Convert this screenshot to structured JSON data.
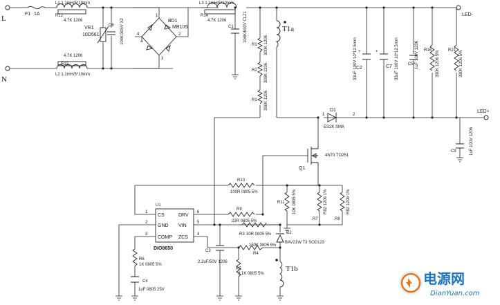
{
  "terminals": {
    "L": "L",
    "N": "N",
    "led_minus": "LED-",
    "led_plus": "LED+"
  },
  "fuse": {
    "ref": "F1",
    "value": "1A"
  },
  "inductors": {
    "l1": "L1 1.1mH/5*10mm",
    "l2": "L2 1.1mH/5*10mm",
    "l3": "L3 1.1mH/5*10mm"
  },
  "resistors": {
    "r12": [
      "R12",
      "4.7K 1206"
    ],
    "r13": [
      "R13",
      "4.7K 1206"
    ],
    "r14": [
      "R14",
      "4.7K 1206"
    ],
    "r1a": [
      "R1",
      "300K 1206"
    ],
    "r2": [
      "R2",
      "300K 1206"
    ],
    "r1b": [
      "R1",
      "390K 1206"
    ],
    "r10": [
      "R10",
      "100R 0805 5%"
    ],
    "r9": [
      "R9",
      "22R 0805 5%"
    ],
    "r11": [
      "R11",
      "10K 0805 5%"
    ],
    "r7": [
      "R7",
      "R82 1206 1%"
    ],
    "r8": [
      "R8",
      "R82 1206 1%"
    ],
    "r3": [
      "R3",
      "30R 0805 5%"
    ],
    "r4": [
      "R4",
      "150K 0805 5%"
    ],
    "r5": [
      "R5",
      "9.1K 0805 5%"
    ],
    "r6": [
      "R6",
      "1K 0805 5%"
    ],
    "r16": [
      "R16",
      "390K 1206 5%"
    ],
    "r21": [
      "R21",
      "390K 1206 5%"
    ]
  },
  "varistor": {
    "ref": "VR1",
    "value": "10D561"
  },
  "capacitors": {
    "c6": [
      "C6",
      "104K/305V X2"
    ],
    "c1": [
      "C1",
      "104K/630V CL21"
    ],
    "c2": [
      "C2",
      "33uF 100V 10*12.5mm"
    ],
    "c7": [
      "C7",
      "33uF 100V 10*12.5mm"
    ],
    "c5": [
      "C5",
      "1uF 100V 1206"
    ],
    "c8": [
      "C8",
      "1uF 100V 1206"
    ],
    "c3": [
      "C3",
      "2.2uF/50V 1206"
    ],
    "c4": [
      "C4",
      "1uF 0805 25V"
    ]
  },
  "bridge": {
    "ref": "BD1",
    "value": "MB10S"
  },
  "diodes": {
    "d1": [
      "D1",
      "ES2K SMA"
    ],
    "d2": [
      "D2",
      "BAV21W T3 SOD123"
    ]
  },
  "transformer": {
    "t1a": "T1a",
    "t1b": "T1b"
  },
  "mosfet": {
    "ref": "Q1",
    "value": "4N70 TO251"
  },
  "ic": {
    "ref": "U1",
    "name": "DIO8650",
    "pins_left": [
      "CS",
      "GND",
      "COMP"
    ],
    "pins_right": [
      "DRV",
      "VIN",
      "ZCS"
    ],
    "pin_numbers": [
      "1",
      "2",
      "3",
      "6",
      "5",
      "4"
    ]
  },
  "bridge_pins": [
    "1",
    "2",
    "3",
    "4"
  ],
  "d1_pins": [
    "1",
    "2"
  ],
  "watermark": {
    "text": "电源网",
    "url": "DianYuan.com"
  },
  "colors": {
    "wire": "#222222",
    "watermark": "#1e73be",
    "accent": "#e8741a"
  }
}
